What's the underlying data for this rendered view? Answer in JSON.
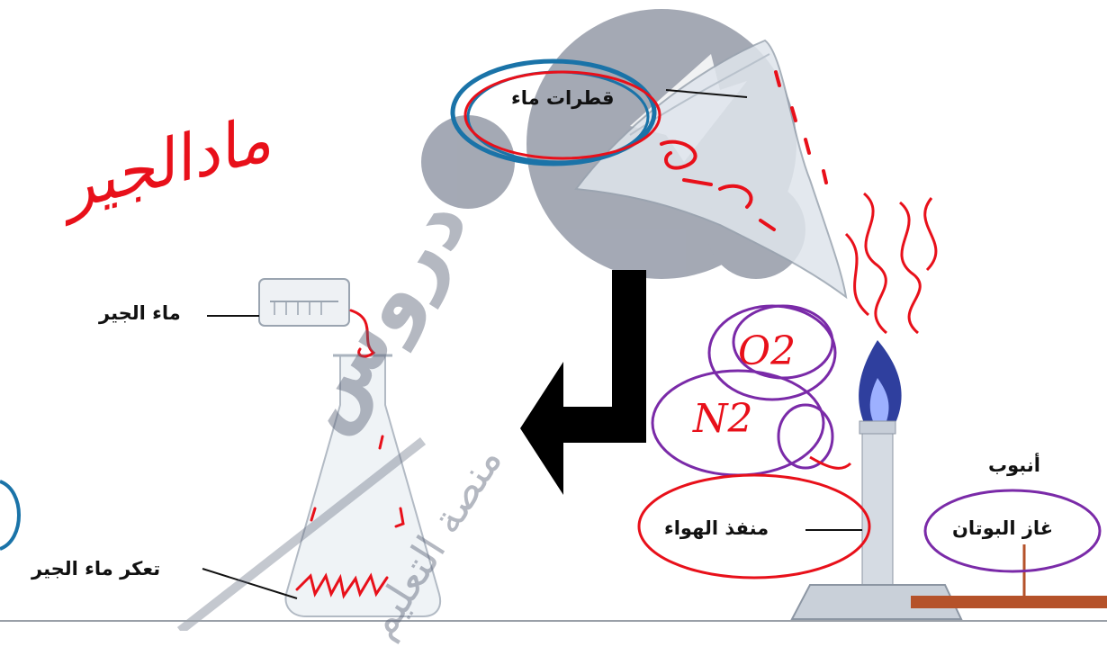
{
  "labels": {
    "water_drops": "قطرات ماء",
    "limewater": "ماء الجير",
    "limewater_turbidity": "تعكر ماء الجير",
    "air_inlet": "منفذ الهواء",
    "tube": "أنبوب",
    "butane_gas": "غاز البوتان"
  },
  "annotations": {
    "handwritten_limewater": "مادالجير",
    "oxygen": "O2",
    "nitrogen": "N2"
  },
  "watermark": {
    "brand": "دروس",
    "tagline": "منصة التعليم"
  },
  "colors": {
    "ink_red": "#e8101a",
    "ink_purple": "#7a2aa8",
    "ink_teal": "#1a73a8",
    "watermark_gray": "#5a6378",
    "flame_blue": "#2f3f9e",
    "tube_brown": "#b5522a"
  }
}
